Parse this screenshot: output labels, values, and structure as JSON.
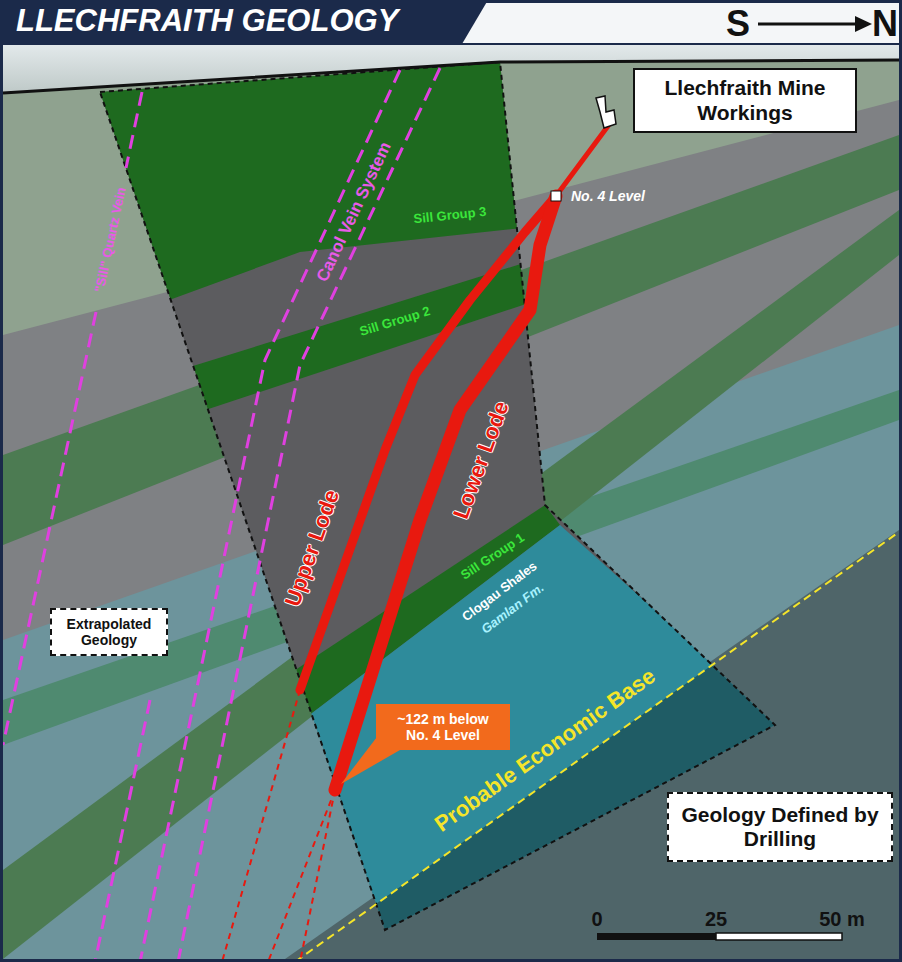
{
  "diagram": {
    "title": "LLECHFRAITH GEOLOGY",
    "nodes": [
      {
        "text": [
          "Llechfraith Mine Workings"
        ]
      },
      {
        "text": [
          "Extrapolated Geology"
        ]
      },
      {
        "text": [
          "~122 m below No. 4 Level"
        ]
      },
      {
        "text": [
          "Geology Defined by Drilling"
        ]
      }
    ],
    "labels": [
      "S",
      "N",
      "No. 4 Level",
      "Sill Group 3",
      "Sill Group 2",
      "Canol Vein System",
      "\"Sill\" Quartz Vein",
      "Upper Lode",
      "Lower Lode",
      "Sill Group 1",
      "Clogau Shales",
      "Gamlan Fm.",
      "Probable Economic Base",
      "0",
      "25",
      "50 m"
    ]
  }
}
